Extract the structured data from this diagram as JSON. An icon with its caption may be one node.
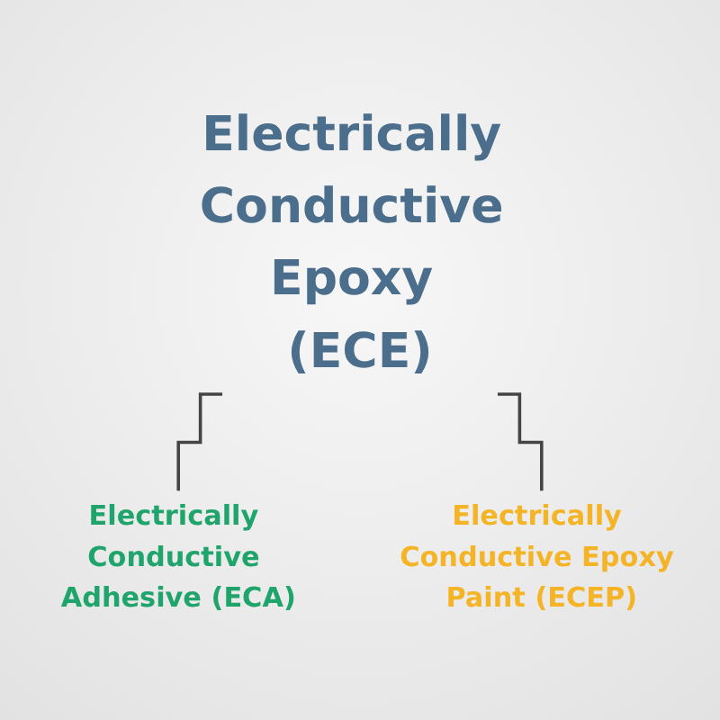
{
  "diagram": {
    "nodes": [
      {
        "text": [
          "Electrically Conductive Epoxy (ECE)"
        ]
      },
      {
        "text": [
          "Electrically Conductive Adhesive (ECA)"
        ]
      },
      {
        "text": [
          "Electrically Conductive Epoxy Paint (ECEP)"
        ]
      }
    ],
    "edges": [
      {
        "from": 0,
        "to": 1,
        "arrow": "none"
      },
      {
        "from": 0,
        "to": 2,
        "arrow": "none"
      }
    ]
  }
}
